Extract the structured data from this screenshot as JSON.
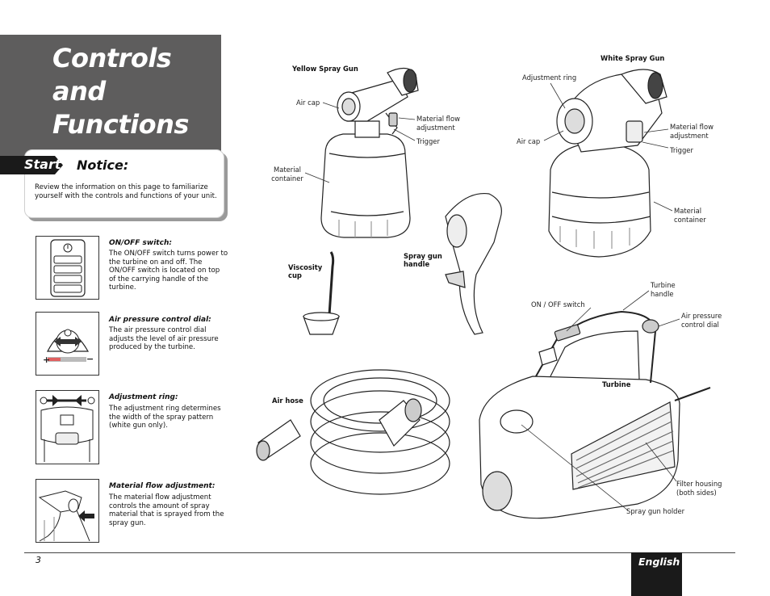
{
  "header": {
    "title_line1": "Controls and",
    "title_line2": "Functions"
  },
  "notice": {
    "tab_label": "Start",
    "title": "Notice:",
    "body": "Review the information on this page to familiarize yourself with the controls and functions of your unit."
  },
  "controls": [
    {
      "title": "ON/OFF switch:",
      "body": "The ON/OFF switch turns power to the turbine on and off.  The ON/OFF switch is located on top of the carrying handle of the turbine."
    },
    {
      "title": "Air pressure control dial:",
      "body": "The air pressure control dial adjusts the level of air pressure produced by the turbine."
    },
    {
      "title": "Adjustment ring:",
      "body": "The adjustment ring determines the width of the spray pattern (white gun only)."
    },
    {
      "title": "Material flow adjustment:",
      "body": "The material flow adjustment controls the amount of spray material that is sprayed from the spray gun."
    }
  ],
  "diagram": {
    "yellow_gun": "Yellow Spray Gun",
    "white_gun": "White Spray Gun",
    "air_cap_1": "Air cap",
    "material_flow_1": "Material flow adjustment",
    "trigger_1": "Trigger",
    "material_container_1": "Material container",
    "adjustment_ring": "Adjustment ring",
    "air_cap_2": "Air cap",
    "material_flow_2": "Material flow adjustment",
    "trigger_2": "Trigger",
    "material_container_2": "Material container",
    "viscosity_cup": "Viscosity cup",
    "spray_gun_handle": "Spray gun handle",
    "air_hose": "Air hose",
    "on_off_switch": "ON / OFF switch",
    "turbine_handle": "Turbine handle",
    "air_pressure_dial": "Air pressure control dial",
    "turbine": "Turbine",
    "filter_housing": "Filter housing (both sides)",
    "spray_gun_holder": "Spray gun holder"
  },
  "footer": {
    "page_number": "3",
    "language": "English"
  }
}
